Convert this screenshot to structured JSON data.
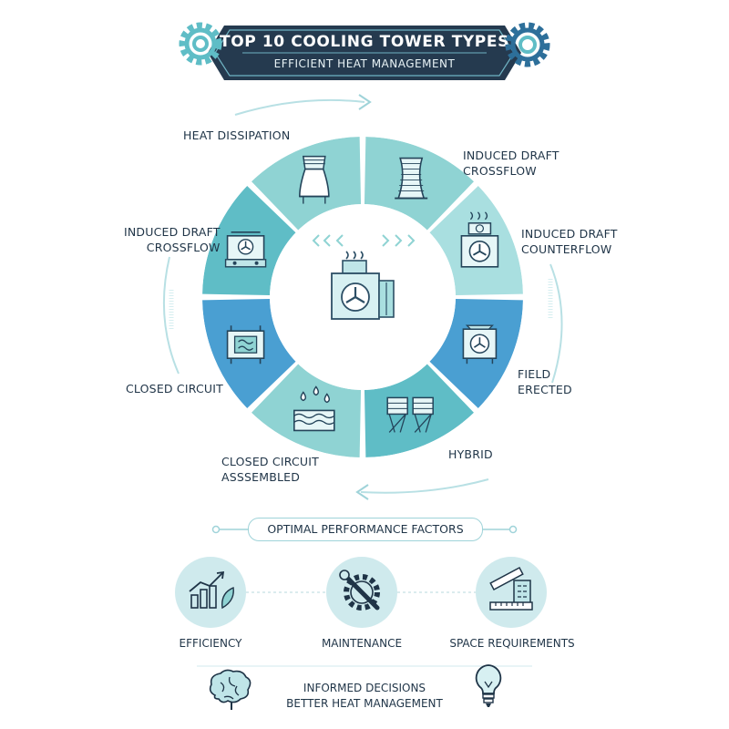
{
  "header": {
    "title": "TOP 10 COOLING TOWER TYPES",
    "subtitle": "EFFICIENT HEAT MANAGEMENT"
  },
  "wheel": {
    "colors": {
      "light": "#8fd3d3",
      "medium": "#5fbdc6",
      "blue": "#4a9fd2",
      "pale": "#a9dfe0"
    },
    "segments": [
      {
        "label": "HEAT DISSIPATION",
        "icon": "hyperbolic-tower-icon"
      },
      {
        "label": "INDUCED DRAFT\nCROSSFLOW",
        "icon": "fan-unit-icon"
      },
      {
        "label": "INDUCED DRAFT\nCOUNTERFLOW",
        "icon": "fan-box-icon"
      },
      {
        "label": "FIELD\nERECTED",
        "icon": "field-erected-tower-icon"
      },
      {
        "label": "HYBRID",
        "icon": "water-drops-icon"
      },
      {
        "label": "CLOSED CIRCUIT\nASSSEMBLED",
        "icon": "coil-unit-icon"
      },
      {
        "label": "CLOSED CIRCUIT",
        "icon": "closed-circuit-unit-icon"
      },
      {
        "label": "INDUCED DRAFT\nCROSSFLOW",
        "icon": "cylindrical-tower-icon"
      }
    ],
    "center_icon": "cooling-unit-icon"
  },
  "factors": {
    "title": "OPTIMAL PERFORMANCE FACTORS",
    "items": [
      {
        "label": "EFFICIENCY",
        "icon": "growth-chart-icon"
      },
      {
        "label": "MAINTENANCE",
        "icon": "gear-wrench-icon"
      },
      {
        "label": "SPACE REQUIREMENTS",
        "icon": "ruler-building-icon"
      }
    ]
  },
  "footer": {
    "text": "INFORMED DECISIONS\nBETTER HEAT MANAGEMENT",
    "left_icon": "brain-icon",
    "right_icon": "lightbulb-icon"
  }
}
